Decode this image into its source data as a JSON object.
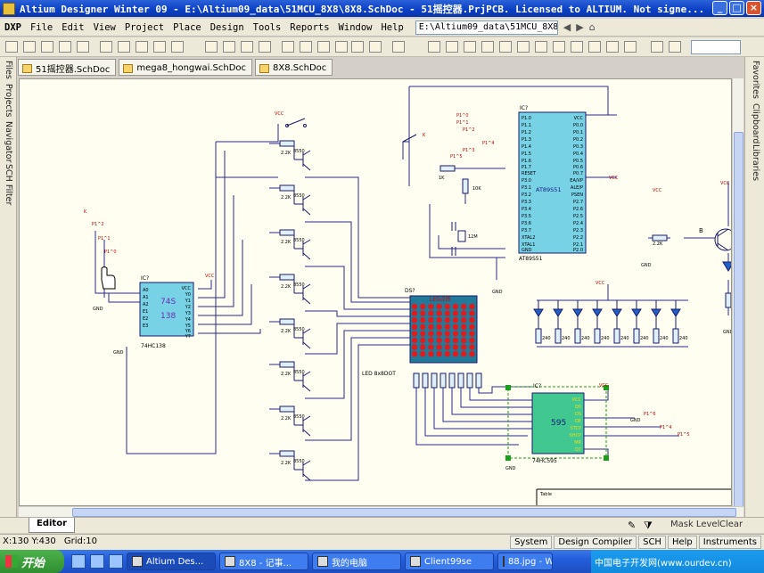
{
  "window": {
    "title": "Altium Designer Winter 09 - E:\\Altium09_data\\51MCU_8X8\\8X8.SchDoc - 51摇控器.PrjPCB. Licensed to ALTIUM. Not signe...",
    "buttons": {
      "minimize": "_",
      "maximize": "□",
      "close": "×"
    }
  },
  "menu": {
    "items": [
      "DXP",
      "File",
      "Edit",
      "View",
      "Project",
      "Place",
      "Design",
      "Tools",
      "Reports",
      "Window",
      "Help"
    ],
    "path": "E:\\Altium09_data\\51MCU_8X8\\8X8."
  },
  "tabs": [
    {
      "label": "51摇控器.SchDoc"
    },
    {
      "label": "mega8_hongwai.SchDoc"
    },
    {
      "label": "8X8.SchDoc"
    }
  ],
  "side_left": [
    "Files",
    "Projects",
    "Navigator",
    "SCH Filter"
  ],
  "side_right": [
    "Favorites",
    "Clipboard",
    "Libraries"
  ],
  "schematic": {
    "u_mcu": {
      "ref": "IC?",
      "part": "AT89S51",
      "label_below": "AT89S51"
    },
    "u_decoder": {
      "ref": "IC?",
      "part_top": "74S",
      "part_bottom": "138",
      "label_below": "74HC138"
    },
    "u_shift": {
      "ref": "IC?",
      "part": "595",
      "label_below": "74HC595"
    },
    "matrix": {
      "ref": "DS?",
      "title": "LED点阵",
      "label_below": "LED 8x8DOT"
    },
    "labels": {
      "vcc": "VCC",
      "gnd": "GND",
      "r_1k": "1K",
      "r_10k": "10K",
      "r_2k": "2.2K",
      "r_240": "240",
      "trans": "8550",
      "b": "B",
      "xtal": "12M",
      "p10": "P1^0",
      "p11": "P1^1",
      "p12": "P1^2",
      "p13": "P1^3",
      "p14": "P1^4",
      "p15": "P1^5",
      "p16": "P1^6",
      "k": "K",
      "table": "Table"
    },
    "mcu_left_pins": [
      "P1.0",
      "P1.1",
      "P1.2",
      "P1.3",
      "P1.4",
      "P1.5",
      "P1.6",
      "P1.7",
      "RESET",
      "P3.0",
      "P3.1",
      "P3.2",
      "P3.3",
      "P3.4",
      "P3.5",
      "P3.6",
      "P3.7",
      "XTAL2",
      "XTAL1",
      "GND"
    ],
    "mcu_right_pins": [
      "VCC",
      "P0.0",
      "P0.1",
      "P0.2",
      "P0.3",
      "P0.4",
      "P0.5",
      "P0.6",
      "P0.7",
      "EA/VP",
      "ALE/P",
      "PSEN",
      "P2.7",
      "P2.6",
      "P2.5",
      "P2.4",
      "P2.3",
      "P2.2",
      "P2.1",
      "P2.0"
    ],
    "dec_left_pins": [
      "A0",
      "A1",
      "A2",
      "E1",
      "E2",
      "E3"
    ],
    "dec_right_pins": [
      "VCC",
      "Y0",
      "Y1",
      "Y2",
      "Y3",
      "Y4",
      "Y5",
      "Y6",
      "Y7"
    ],
    "shift_right_pins": [
      "VCC",
      "Q0",
      "DS",
      "OE",
      "STCP",
      "SHCP",
      "MR",
      "Q7"
    ]
  },
  "bottom": {
    "editor_tab": "Editor",
    "mask_level": "Mask Level",
    "clear": "Clear"
  },
  "status": {
    "coords": "X:130 Y:430",
    "grid": "Grid:10",
    "buttons": [
      "System",
      "Design Compiler",
      "SCH",
      "Help",
      "Instruments"
    ]
  },
  "taskbar": {
    "start": "开始",
    "items": [
      {
        "label": "Altium Des..."
      },
      {
        "label": "8X8 - 记事..."
      },
      {
        "label": "我的电脑"
      },
      {
        "label": "Client99se"
      },
      {
        "label": "88.jpg - W..."
      }
    ],
    "tray_text": "中国电子开发网(www.ourdev.cn)"
  }
}
